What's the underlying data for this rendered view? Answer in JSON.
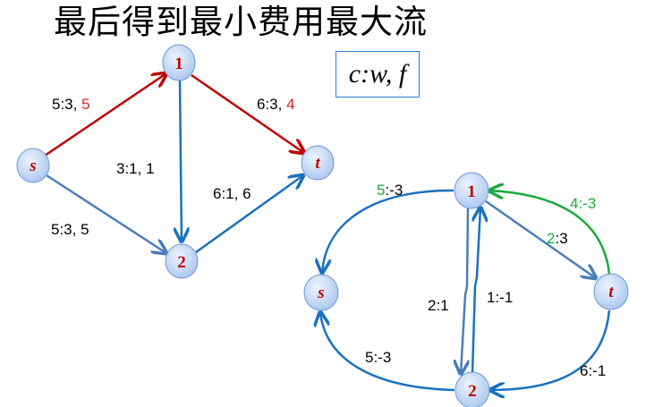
{
  "title": "最后得到最小费用最大流",
  "legend": "c:w, f",
  "colors": {
    "flow_edge": "#c00000",
    "edge": "#1a72c0",
    "edge_alt": "#4a7ebb",
    "residual_green": "#1aab3c",
    "node_fill": "#c5d9f5",
    "node_label": "#c00000"
  },
  "graph_left": {
    "nodes": {
      "s": "s",
      "n1": "1",
      "n2": "2",
      "t": "t"
    },
    "edges": {
      "s_1": {
        "cw": "5:3, ",
        "f": "5"
      },
      "1_t": {
        "cw": "6:3, ",
        "f": "4"
      },
      "1_2": {
        "label": "3:1, 1"
      },
      "2_t": {
        "label": "6:1, 6"
      },
      "s_2": {
        "label": "5:3, 5"
      }
    }
  },
  "graph_right": {
    "nodes": {
      "s": "s",
      "n1": "1",
      "n2": "2",
      "t": "t"
    },
    "edges": {
      "1_s": {
        "c": "5",
        "w": ":-3"
      },
      "t_1": {
        "label": "4:-3"
      },
      "1_t": {
        "c": "2",
        "w": ":3"
      },
      "1_2": {
        "label": "2:1"
      },
      "2_1": {
        "label": "1:-1"
      },
      "2_s": {
        "label": "5:-3"
      },
      "t_2": {
        "label": "6:-1"
      }
    }
  }
}
